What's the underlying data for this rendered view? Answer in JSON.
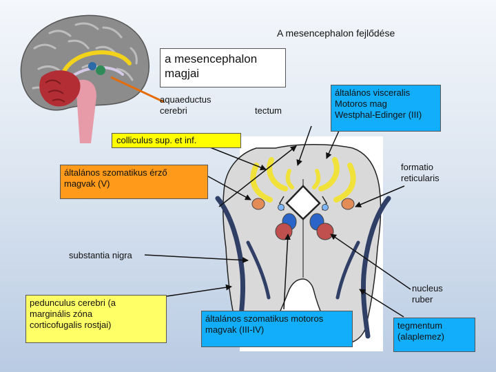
{
  "title": "A mesencephalon fejlődése",
  "labels": {
    "magjai": "a mesencephalon magjai",
    "aquaeductus_l1": "aquaeductus",
    "aquaeductus_l2": "cerebri",
    "tectum": "tectum",
    "visceralis_l1": "általános visceralis",
    "visceralis_l2": "Motoros mag",
    "visceralis_l3": "Westphal-Edinger (III)",
    "colliculus": "colliculus sup. et inf.",
    "szomatikus_erzo_l1": "általános szomatikus érző",
    "szomatikus_erzo_l2": "magvak (V)",
    "formatio_l1": "formatio",
    "formatio_l2": "reticularis",
    "substantia": "substantia nigra",
    "pedunculus_l1": "pedunculus cerebri (a",
    "pedunculus_l2": "marginális zóna",
    "pedunculus_l3": "corticofugalis rostjai)",
    "szomatikus_motoros_l1": "általános szomatikus motoros",
    "szomatikus_motoros_l2": "magvak (III-IV)",
    "nucleus_l1": "nucleus",
    "nucleus_l2": "ruber",
    "tegmentum_l1": "tegmentum",
    "tegmentum_l2": "(alaplemez)"
  },
  "colors": {
    "yellow_box": "#ffff00",
    "light_yellow_box": "#ffff66",
    "blue_box": "#12aefc",
    "orange_box": "#ff9a1a",
    "section_gray": "#d9d9d9",
    "tract_navy": "#2f3f66",
    "nucleus_blue": "#2b64c8",
    "nucleus_red": "#c0504d",
    "pointer_orange": "#e46c0a"
  }
}
